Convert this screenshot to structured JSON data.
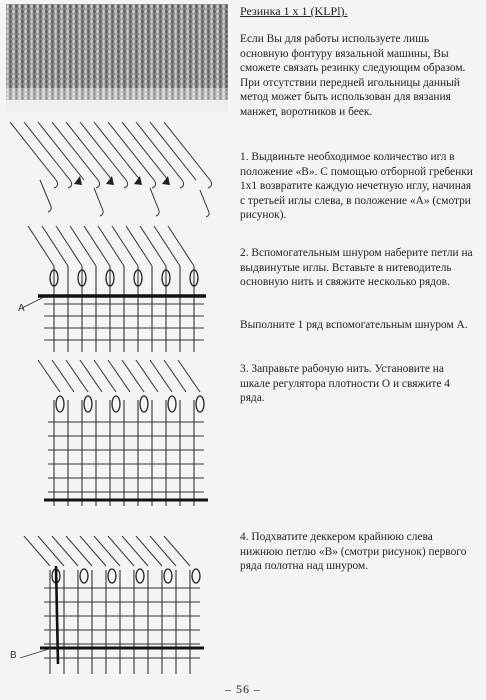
{
  "title": "Резинка 1 x 1 (KLPl).",
  "intro": [
    "Если Вы для работы используете лишь основную фонтуру вязальной машины, Вы сможете связать резинку следующим образом.",
    "При отсутствии передней игольницы данный метод может быть использован для вязания манжет, воротников и беек."
  ],
  "steps": [
    {
      "text": "1. Выдвиньте необходимое количество игл в положение «В». С помощью отборной гребенки 1x1 возвратите каждую нечетную иглу, начиная с третьей иглы слева, в положение «А» (смотри рисунок)."
    },
    {
      "text": "2. Вспомогательным шнуром наберите петли на выдвинутые иглы. Вставьте в нитеводитель основную нить и свяжите несколько рядов."
    },
    {
      "text": "Выполните 1 ряд вспомогательным шнуром А."
    },
    {
      "text": "3. Заправьте рабочую нить. Установите на шкале регулятора плотности О и свяжите 4 ряда."
    },
    {
      "text": "4. Подхватите деккером крайнюю слева нижнюю петлю «В» (смотри рисунок) первого ряда полотна над шнуром."
    }
  ],
  "figure_labels": {
    "a": "A",
    "b": "B"
  },
  "page_number": "– 56 –"
}
